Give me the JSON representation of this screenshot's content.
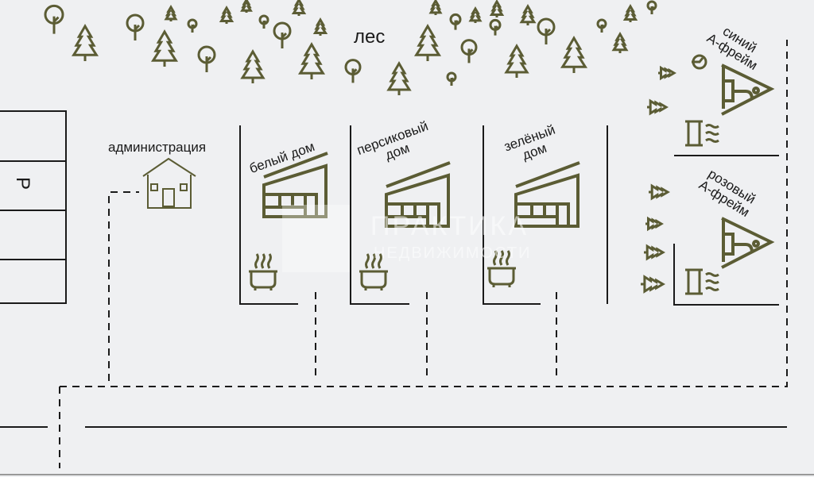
{
  "labels": {
    "forest": "лес",
    "admin": "администрация",
    "parking": "P",
    "white_house": "белый дом",
    "peach_house": [
      "персиковый",
      "дом"
    ],
    "green_house": [
      "зелёный",
      "дом"
    ],
    "blue_aframe": [
      "синий",
      "А-фрейм"
    ],
    "pink_aframe": [
      "розовый",
      "А-фрейм"
    ]
  },
  "watermark": {
    "line1": "ПРАКТИКА",
    "line2": "НЕДВИЖИМОСТИ"
  },
  "colors": {
    "icon": "#5b5c34",
    "line": "#1a1a1a",
    "background": "#eff0f2"
  }
}
